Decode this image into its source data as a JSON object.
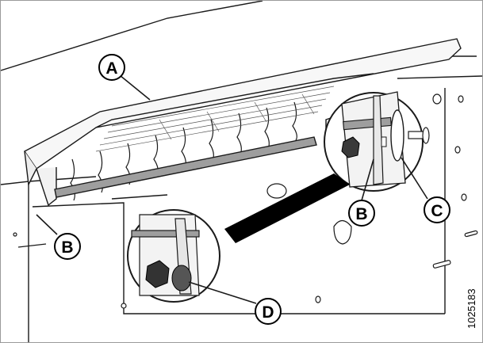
{
  "figure": {
    "figure_number": "1025183",
    "callouts": [
      {
        "id": "A",
        "label": "A"
      },
      {
        "id": "B1",
        "label": "B"
      },
      {
        "id": "B2",
        "label": "B"
      },
      {
        "id": "C",
        "label": "C"
      },
      {
        "id": "D",
        "label": "D"
      }
    ]
  },
  "colors": {
    "line": "#1a1a1a",
    "panel_fill": "#f7f7f7",
    "rod_fill": "#9e9e9e",
    "shadow": "#000000"
  }
}
